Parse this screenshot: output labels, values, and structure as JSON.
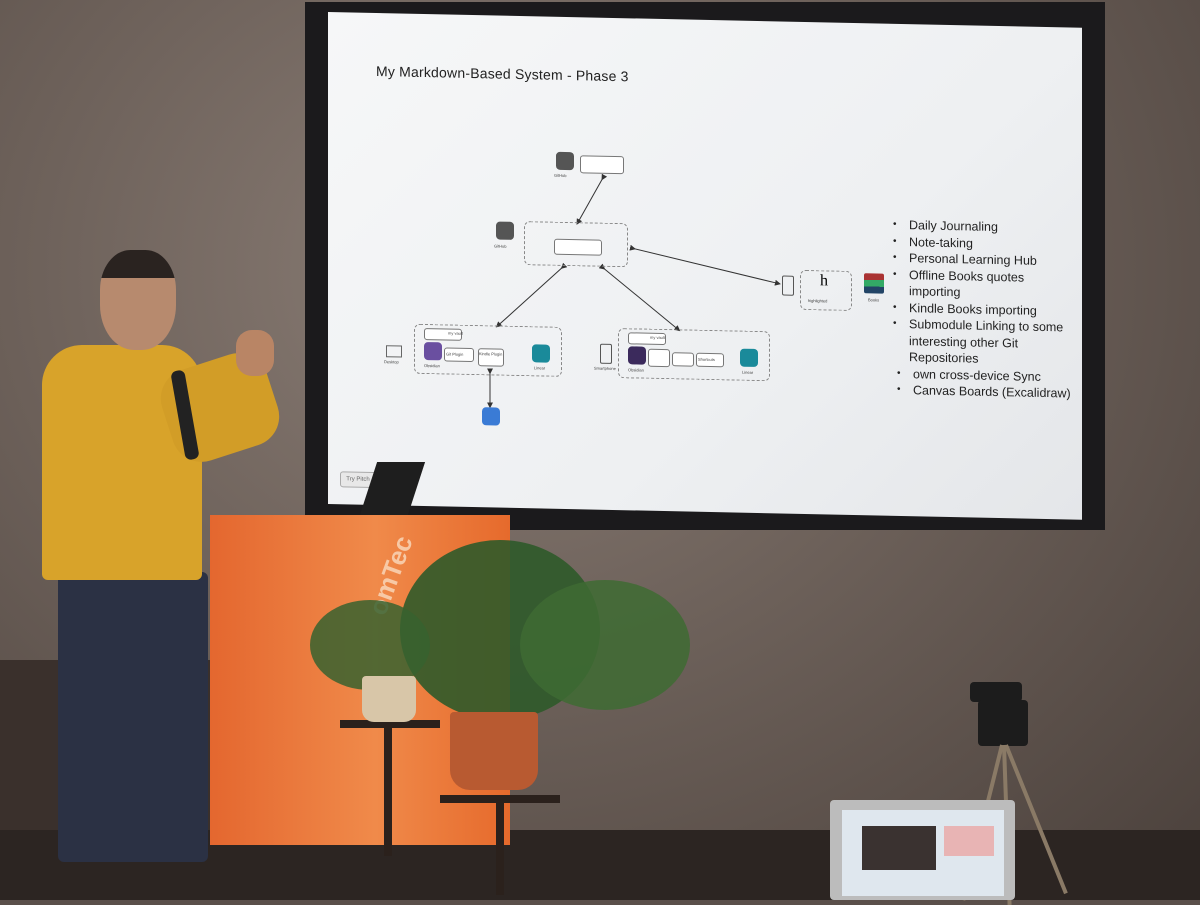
{
  "slide": {
    "title": "My Markdown-Based System - Phase 3",
    "bullets": [
      "Daily Journaling",
      "Note-taking",
      "Personal Learning Hub",
      "Offline Books quotes importing",
      "Kindle Books importing",
      "Submodule Linking to some interesting other Git Repositories",
      "own cross-device Sync",
      "Canvas Boards (Excalidraw)"
    ],
    "diagram_labels": {
      "github_top": "GitHub",
      "github_mid": "GitHub",
      "highlighted": "highlighted",
      "books": "Books",
      "desktop": "Desktop",
      "smartphone": "Smartphone",
      "obsidian_left": "Obsidian",
      "obsidian_right": "Obsidian",
      "linear_left": "Linear",
      "linear_right": "Linear",
      "md_left": "my vault",
      "md_right": "my vault",
      "kindle": "Kindle Plugin",
      "git_plugin": "Git Plugin",
      "shortcuts": "Shortcuts"
    },
    "try_button": "Try Pitch"
  },
  "podium_text": "omTec",
  "colors": {
    "sweater": "#d8a32a",
    "podium": "#e66a2c",
    "slide_bg": "#f2f4f6"
  }
}
